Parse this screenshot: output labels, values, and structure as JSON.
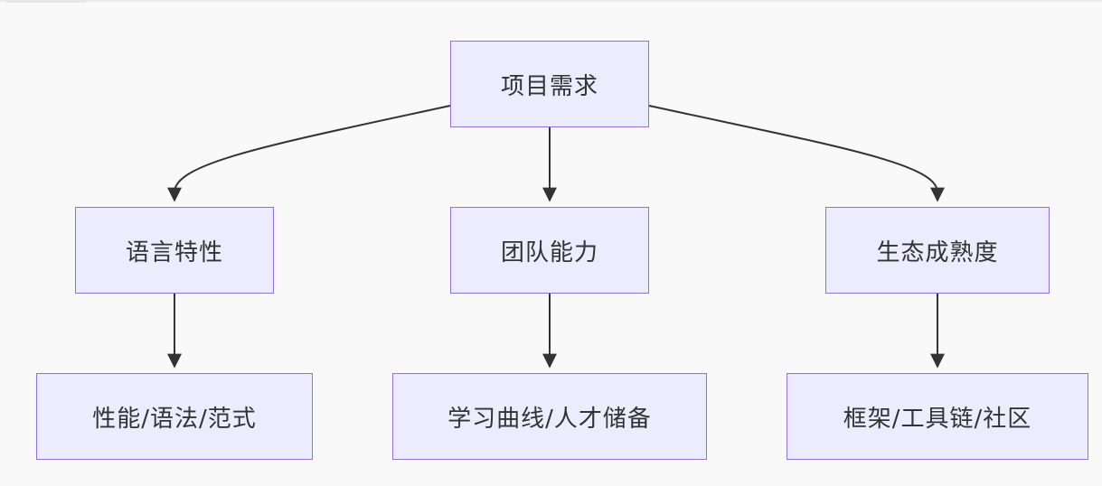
{
  "diagram": {
    "nodes": {
      "root": "项目需求",
      "lang": "语言特性",
      "team": "团队能力",
      "eco": "生态成熟度",
      "lang_detail": "性能/语法/范式",
      "team_detail": "学习曲线/人才储备",
      "eco_detail": "框架/工具链/社区"
    },
    "edges": [
      {
        "from": "root",
        "to": "lang"
      },
      {
        "from": "root",
        "to": "team"
      },
      {
        "from": "root",
        "to": "eco"
      },
      {
        "from": "lang",
        "to": "lang_detail"
      },
      {
        "from": "team",
        "to": "team_detail"
      },
      {
        "from": "eco",
        "to": "eco_detail"
      }
    ],
    "colors": {
      "node_fill": "#ececfe",
      "node_border": "#9370db",
      "edge": "#333333",
      "background": "#f9f9f9"
    }
  }
}
